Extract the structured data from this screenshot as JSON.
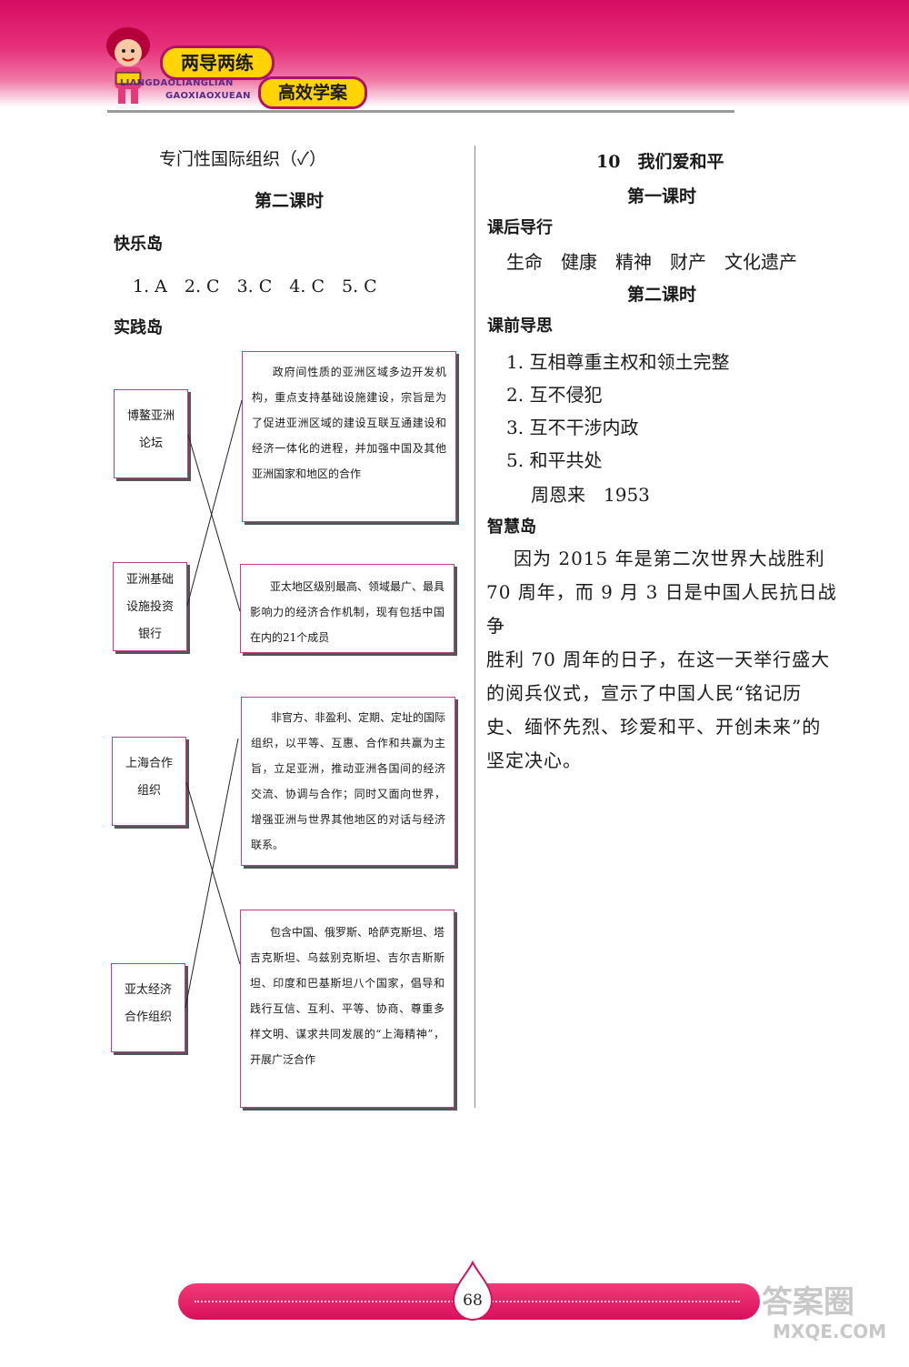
{
  "header": {
    "badge_top": "两导两练",
    "badge_bottom": "高效学案",
    "pinyin_top": "LIANGDAOLIANGLIAN",
    "pinyin_bottom": "GAOXIAOXUEAN"
  },
  "left": {
    "line1": "专门性国际组织（✓）",
    "lesson2": "第二课时",
    "happy_island": "快乐岛",
    "answers": "1. A　2. C　3. C　4. C　5. C",
    "practice_island": "实践岛",
    "left_boxes": [
      {
        "l1": "博鳌亚洲",
        "l2": "论坛"
      },
      {
        "l1": "亚洲基础",
        "l2": "设施投资",
        "l3": "银行"
      },
      {
        "l1": "上海合作",
        "l2": "组织"
      },
      {
        "l1": "亚太经济",
        "l2": "合作组织"
      }
    ],
    "right_boxes": [
      "政府间性质的亚洲区域多边开发机构，重点支持基础设施建设，宗旨是为了促进亚洲区域的建设互联互通建设和经济一体化的进程，并加强中国及其他亚洲国家和地区的合作",
      "亚太地区级别最高、领域最广、最具影响力的经济合作机制，现有包括中国在内的21个成员",
      "非官方、非盈利、定期、定址的国际组织，以平等、互惠、合作和共赢为主旨，立足亚洲，推动亚洲各国间的经济交流、协调与合作；同时又面向世界，增强亚洲与世界其他地区的对话与经济联系。",
      "包含中国、俄罗斯、哈萨克斯坦、塔吉克斯坦、乌兹别克斯坦、吉尔吉斯斯坦、印度和巴基斯坦八个国家，倡导和践行互信、互利、平等、协商、尊重多样文明、谋求共同发展的“上海精神”，开展广泛合作"
    ]
  },
  "right": {
    "chapter": "10　我们爱和平",
    "lesson1": "第一课时",
    "after_class": "课后导行",
    "after_items": "生命　健康　精神　财产　文化遗产",
    "lesson2": "第二课时",
    "before_class": "课前导思",
    "items": [
      "1. 互相尊重主权和领土完整",
      "2. 互不侵犯",
      "3. 互不干涉内政",
      "5. 和平共处",
      "周恩来　1953"
    ],
    "wisdom_island": "智慧岛",
    "paragraph": [
      "因为 2015 年是第二次世界大战胜利",
      "70 周年，而 9 月 3 日是中国人民抗日战争",
      "胜利 70 周年的日子，在这一天举行盛大",
      "的阅兵仪式，宣示了中国人民“铭记历",
      "史、缅怀先烈、珍爱和平、开创未来”的",
      "坚定决心。"
    ]
  },
  "footer": {
    "page": "68",
    "watermark_top": "答案圈",
    "watermark_bottom": "MXQE.COM"
  },
  "colors": {
    "brand": "#d80c63",
    "box_border": "#c23b8c",
    "badge": "#ffd400"
  }
}
